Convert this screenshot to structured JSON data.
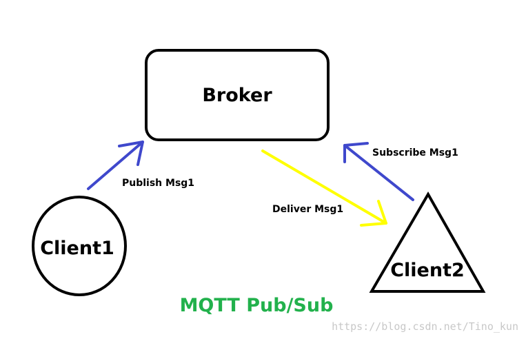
{
  "nodes": {
    "broker": "Broker",
    "client1": "Client1",
    "client2": "Client2"
  },
  "edges": {
    "publish": "Publish Msg1",
    "deliver": "Deliver Msg1",
    "subscribe": "Subscribe Msg1"
  },
  "title": "MQTT Pub/Sub",
  "watermark": "https://blog.csdn.net/Tino_kun",
  "colors": {
    "outline": "#000000",
    "publish_arrow": "#3f48cc",
    "subscribe_arrow": "#3f48cc",
    "deliver_arrow": "#ffff00",
    "title": "#22b14c",
    "watermark": "#c8c8c8"
  }
}
